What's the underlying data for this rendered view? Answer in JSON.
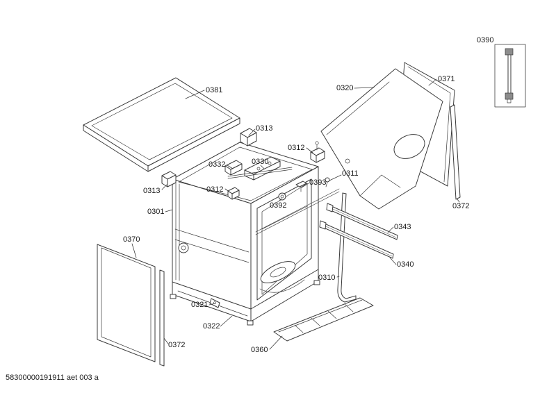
{
  "page": {
    "background": "#ffffff"
  },
  "diagram": {
    "type": "exploded-parts-diagram",
    "subject": "dishwasher-tub-and-panels",
    "line_color": "#3a3a3a",
    "label_color": "#1a1a1a"
  },
  "footer": {
    "doc_number": "58300000191911 aet 003 a"
  },
  "labels": [
    {
      "id": "0390-hose",
      "text": "0390"
    },
    {
      "id": "0371-rear-panel",
      "text": "0371"
    },
    {
      "id": "0320-side-panel",
      "text": "0320"
    },
    {
      "id": "0381-worktop",
      "text": "0381"
    },
    {
      "id": "0313-bracket-top",
      "text": "0313"
    },
    {
      "id": "0312-bracket-top",
      "text": "0312"
    },
    {
      "id": "0332-latch",
      "text": "0332"
    },
    {
      "id": "0330-lock-assembly",
      "text": "0330"
    },
    {
      "id": "0311-screw",
      "text": "0311"
    },
    {
      "id": "0393-clip",
      "text": "0393"
    },
    {
      "id": "0312-bracket-left",
      "text": "0312"
    },
    {
      "id": "0313-bracket-left",
      "text": "0313"
    },
    {
      "id": "0392-grommet",
      "text": "0392"
    },
    {
      "id": "0301-tub",
      "text": "0301"
    },
    {
      "id": "0372-right-trim",
      "text": "0372"
    },
    {
      "id": "0370-side-panel",
      "text": "0370"
    },
    {
      "id": "0343-rail",
      "text": "0343"
    },
    {
      "id": "0340-rail",
      "text": "0340"
    },
    {
      "id": "0310-door-seal",
      "text": "0310"
    },
    {
      "id": "0321-bracket",
      "text": "0321"
    },
    {
      "id": "0322-base-frame",
      "text": "0322"
    },
    {
      "id": "0372-left-trim",
      "text": "0372"
    },
    {
      "id": "0360-base-channel",
      "text": "0360"
    }
  ]
}
